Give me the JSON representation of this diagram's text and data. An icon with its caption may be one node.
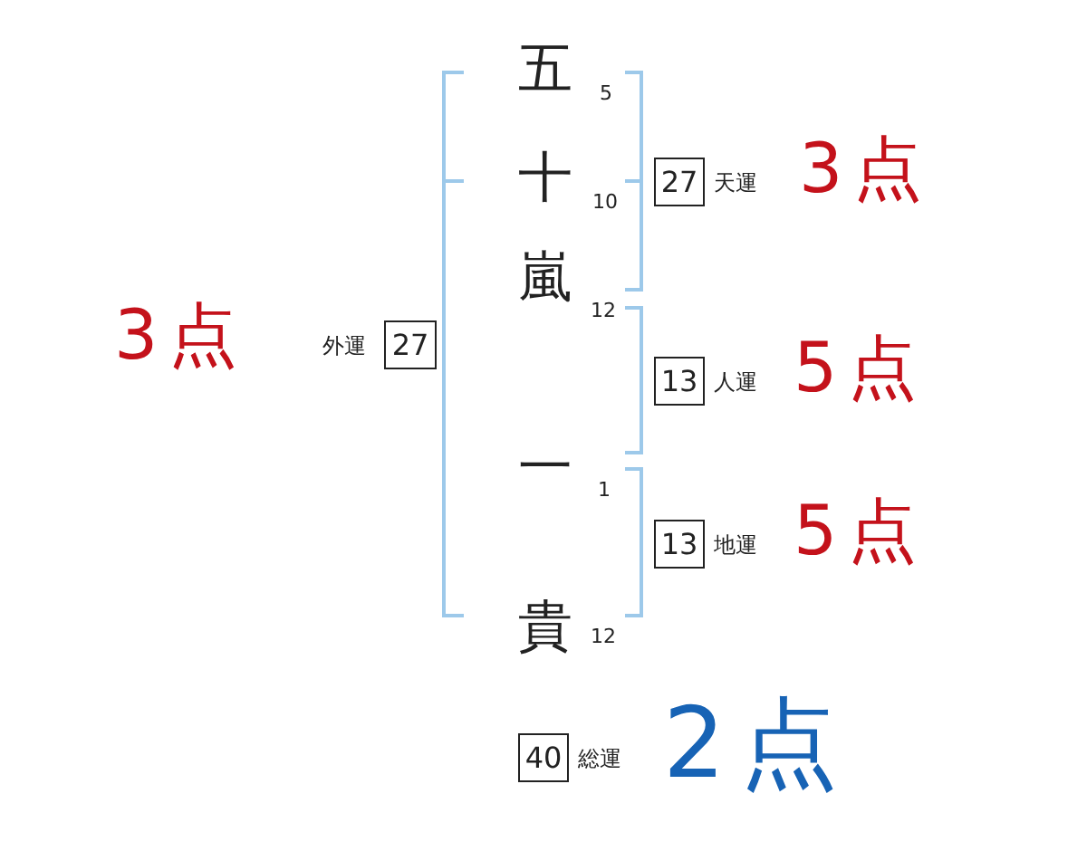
{
  "diagram": {
    "nodes": [
      {
        "text": [
          "27"
        ],
        "beside": [
          "天運",
          "3点"
        ]
      },
      {
        "text": [
          "27"
        ],
        "beside": [
          "3点",
          "外運"
        ]
      },
      {
        "text": [
          "13"
        ],
        "beside": [
          "人運",
          "5点"
        ]
      },
      {
        "text": [
          "13"
        ],
        "beside": [
          "地運",
          "5点"
        ]
      },
      {
        "text": [
          "40"
        ],
        "beside": [
          "総運",
          "2点"
        ]
      }
    ],
    "labels": [
      "五",
      "5",
      "十",
      "10",
      "嵐",
      "12",
      "一",
      "1",
      "貴",
      "12"
    ]
  }
}
